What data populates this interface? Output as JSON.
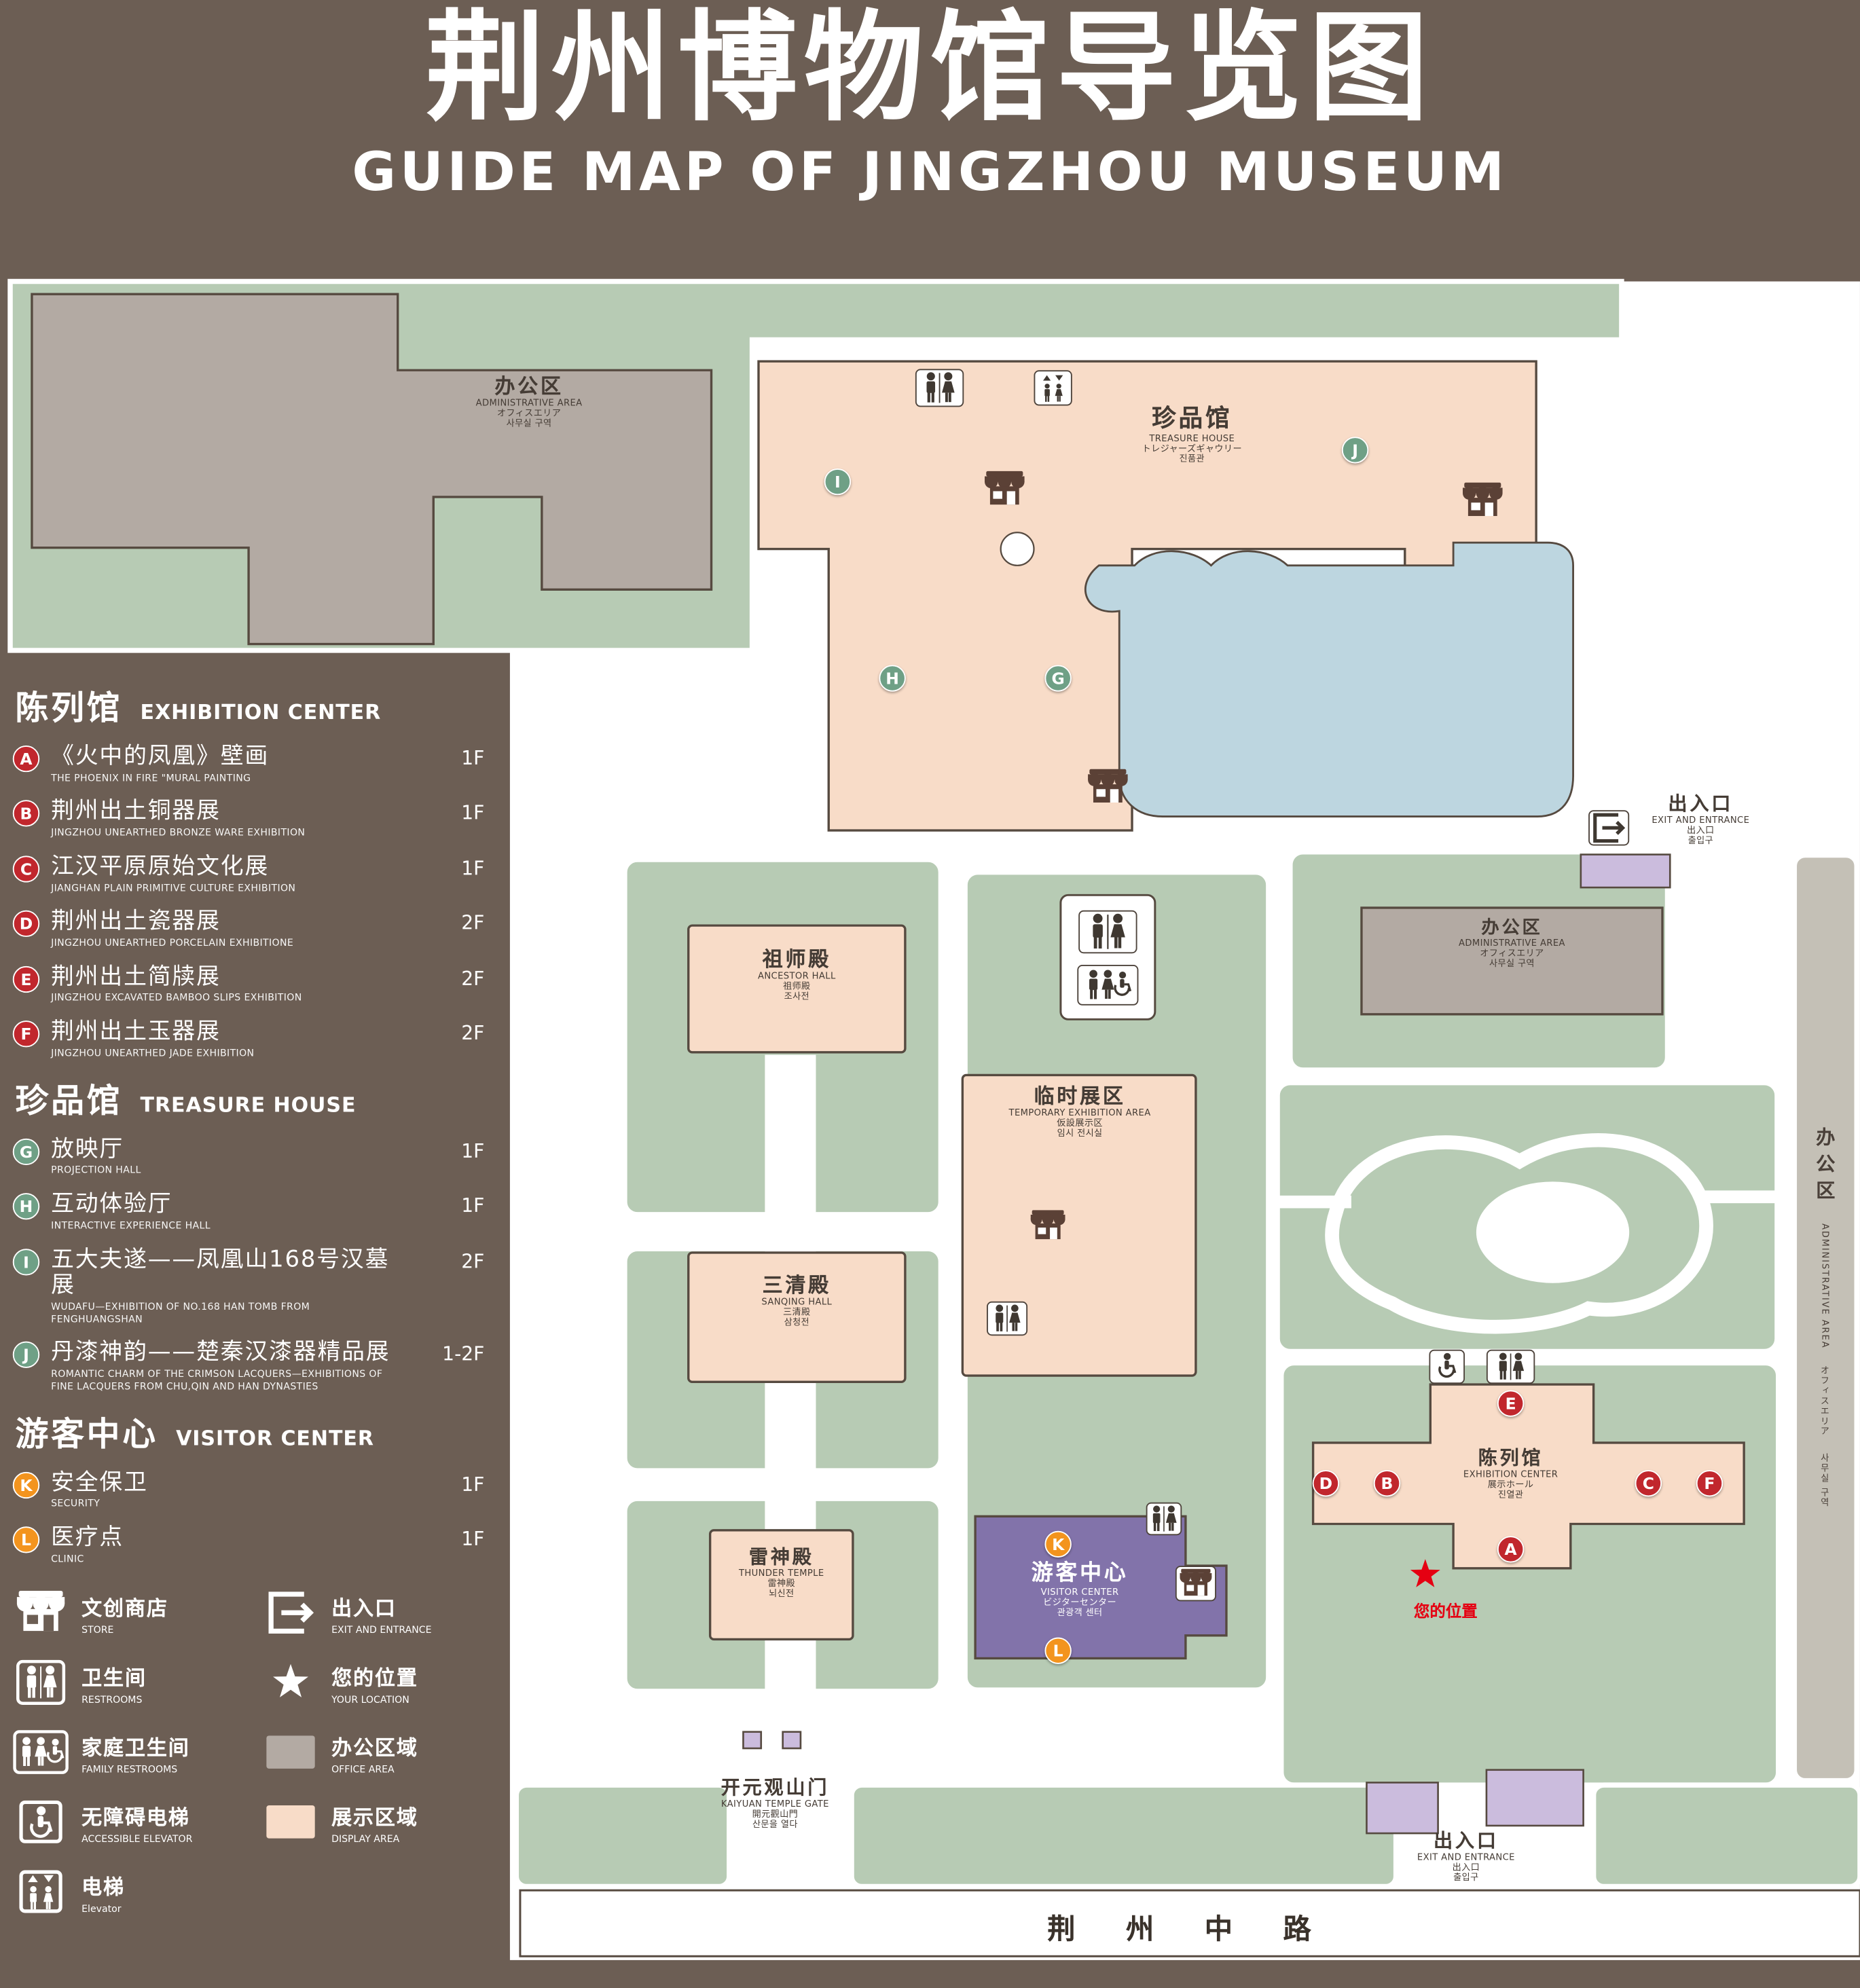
{
  "title": {
    "zh": "荆州博物馆导览图",
    "en": "GUIDE MAP OF JINGZHOU MUSEUM"
  },
  "legend": {
    "sections": [
      {
        "zh": "陈列馆",
        "en": "EXHIBITION CENTER",
        "items": [
          {
            "letter": "A",
            "zh": "《火中的凤凰》壁画",
            "en": "THE PHOENIX IN FIRE \"MURAL PAINTING",
            "floor": "1F"
          },
          {
            "letter": "B",
            "zh": "荆州出土铜器展",
            "en": "JINGZHOU UNEARTHED BRONZE WARE EXHIBITION",
            "floor": "1F"
          },
          {
            "letter": "C",
            "zh": "江汉平原原始文化展",
            "en": "JIANGHAN PLAIN PRIMITIVE CULTURE EXHIBITION",
            "floor": "1F"
          },
          {
            "letter": "D",
            "zh": "荆州出土瓷器展",
            "en": "JINGZHOU UNEARTHED PORCELAIN EXHIBITIONE",
            "floor": "2F"
          },
          {
            "letter": "E",
            "zh": "荆州出土简牍展",
            "en": "JINGZHOU EXCAVATED BAMBOO SLIPS EXHIBITION",
            "floor": "2F"
          },
          {
            "letter": "F",
            "zh": "荆州出土玉器展",
            "en": "JINGZHOU UNEARTHED JADE EXHIBITION",
            "floor": "2F"
          }
        ]
      },
      {
        "zh": "珍品馆",
        "en": "TREASURE HOUSE",
        "items": [
          {
            "letter": "G",
            "zh": "放映厅",
            "en": "PROJECTION HALL",
            "floor": "1F"
          },
          {
            "letter": "H",
            "zh": "互动体验厅",
            "en": "INTERACTIVE EXPERIENCE HALL",
            "floor": "1F"
          },
          {
            "letter": "I",
            "zh": "五大夫遂——凤凰山168号汉墓展",
            "en": "WUDAFU—EXHIBITION OF NO.168 HAN TOMB FROM FENGHUANGSHAN",
            "floor": "2F"
          },
          {
            "letter": "J",
            "zh": "丹漆神韵——楚秦汉漆器精品展",
            "en": "ROMANTIC CHARM OF THE CRIMSON LACQUERS—EXHIBITIONS OF FINE LACQUERS FROM CHU,QIN AND HAN DYNASTIES",
            "floor": "1-2F"
          }
        ]
      },
      {
        "zh": "游客中心",
        "en": "VISITOR CENTER",
        "items": [
          {
            "letter": "K",
            "zh": "安全保卫",
            "en": "SECURITY",
            "floor": "1F"
          },
          {
            "letter": "L",
            "zh": "医疗点",
            "en": "CLINIC",
            "floor": "1F"
          }
        ]
      }
    ],
    "symbols": {
      "store": {
        "zh": "文创商店",
        "en": "STORE"
      },
      "exit": {
        "zh": "出入口",
        "en": "EXIT AND ENTRANCE"
      },
      "restrooms": {
        "zh": "卫生间",
        "en": "RESTROOMS"
      },
      "location": {
        "zh": "您的位置",
        "en": "YOUR LOCATION"
      },
      "family_restrooms": {
        "zh": "家庭卫生间",
        "en": "FAMILY RESTROOMS"
      },
      "office_area": {
        "zh": "办公区域",
        "en": "OFFICE AREA"
      },
      "accessible_elevator": {
        "zh": "无障碍电梯",
        "en": "ACCESSIBLE ELEVATOR"
      },
      "display_area": {
        "zh": "展示区域",
        "en": "DISPLAY AREA"
      },
      "elevator": {
        "zh": "电梯",
        "en": "Elevator"
      }
    }
  },
  "map": {
    "admin_northwest": {
      "zh": "办公区",
      "en": "ADMINISTRATIVE AREA",
      "jp": "オフィスエリア",
      "kr": "사무실 구역"
    },
    "treasure_house": {
      "zh": "珍品馆",
      "en": "TREASURE HOUSE",
      "jp": "トレジャーズギャウリー",
      "kr": "진품관"
    },
    "admin_east": {
      "zh": "办公区",
      "en": "ADMINISTRATIVE AREA",
      "jp": "オフィスエリア",
      "kr": "사무실 구역"
    },
    "admin_far_east": {
      "zh": "办公区",
      "en": "ADMINISTRATIVE AREA",
      "jp": "オフィスエリア",
      "kr": "사무실 구역"
    },
    "ancestor_hall": {
      "zh": "祖师殿",
      "en": "ANCESTOR HALL",
      "jp": "祖师殿",
      "kr": "조사전"
    },
    "temporary_area": {
      "zh": "临时展区",
      "en": "TEMPORARY EXHIBITION AREA",
      "jp": "仮設展示区",
      "kr": "임시 전시실"
    },
    "sanqing_hall": {
      "zh": "三清殿",
      "en": "SANQING HALL",
      "jp": "三清殿",
      "kr": "삼청전"
    },
    "thunder_temple": {
      "zh": "雷神殿",
      "en": "THUNDER TEMPLE",
      "jp": "雷神殿",
      "kr": "뇌신전"
    },
    "visitor_center": {
      "zh": "游客中心",
      "en": "VISITOR CENTER",
      "jp": "ビジターセンター",
      "kr": "관광객 센터"
    },
    "exhibition_center": {
      "zh": "陈列馆",
      "en": "EXHIBITION CENTER",
      "jp": "展示ホール",
      "kr": "진열관"
    },
    "exit_east": {
      "zh": "出入口",
      "en": "EXIT AND ENTRANCE",
      "jp": "出入口",
      "kr": "출입구"
    },
    "exit_south": {
      "zh": "出入口",
      "en": "EXIT AND ENTRANCE",
      "jp": "出入口",
      "kr": "출입구"
    },
    "gate": {
      "zh": "开元观山门",
      "en": "KAIYUAN TEMPLE GATE",
      "jp": "開元觀山門",
      "kr": "산문을 열다"
    },
    "road": "荆 州 中 路",
    "your_location": "您的位置"
  },
  "colors": {
    "background": "#6c5e54",
    "ground_green": "#b7cbb4",
    "display_area": "#f8dcc8",
    "office_area": "#b3aaa3",
    "visitor_center": "#8273aa",
    "entrance_block": "#cbbcdd",
    "water": "#bdd6e0",
    "marker_red": "#c1272d",
    "marker_green": "#6fa086",
    "marker_orange": "#f3941e",
    "location_red": "#e50012",
    "text_light": "#ffffff",
    "text_dark": "#453c35"
  }
}
